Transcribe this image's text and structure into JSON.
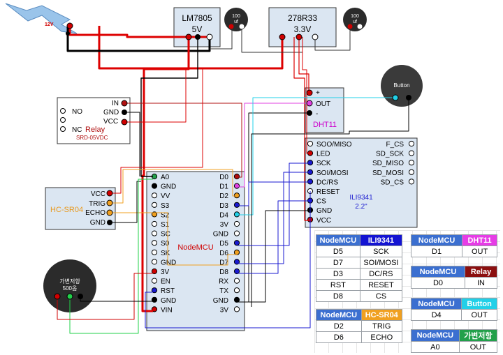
{
  "power": {
    "supply": "12V"
  },
  "lm7805": {
    "name": "LM7805",
    "voltage": "5V"
  },
  "r33": {
    "name": "278R33",
    "voltage": "3.3V"
  },
  "caps": [
    {
      "value": "100",
      "unit": "uf"
    },
    {
      "value": "100",
      "unit": "uf"
    }
  ],
  "button": {
    "label": "Button"
  },
  "dht": {
    "label": "DHT11",
    "pins": [
      "+",
      "OUT",
      "-"
    ]
  },
  "relay": {
    "label": "Relay",
    "model": "SRD-05VDC",
    "left_pins": [
      "NO",
      "NC"
    ],
    "right_pins": [
      "IN",
      "GND",
      "VCC"
    ]
  },
  "hcsr": {
    "label": "HC-SR04",
    "pins": [
      "VCC",
      "TRIG",
      "ECHO",
      "GND"
    ]
  },
  "pot": {
    "label1": "가변저항",
    "label2": "500옴"
  },
  "nodemcu": {
    "label": "NodeMCU",
    "left_pins": [
      "A0",
      "GND",
      "VV",
      "S3",
      "S2",
      "S1",
      "SC",
      "S0",
      "SK",
      "GND",
      "3V",
      "EN",
      "RST",
      "GND",
      "VIN"
    ],
    "right_pins": [
      "D0",
      "D1",
      "D2",
      "D3",
      "D4",
      "3V",
      "GND",
      "D5",
      "D6",
      "D7",
      "D8",
      "RX",
      "TX",
      "GND",
      "3V"
    ]
  },
  "ili": {
    "label": "ILI9341",
    "size": "2.2\"",
    "left_pins": [
      "SOO/MISO",
      "LED",
      "SCK",
      "SOI/MOSI",
      "DC/RS",
      "RESET",
      "CS",
      "GND",
      "VCC"
    ],
    "right_pins": [
      "F_CS",
      "SD_SCK",
      "SD_MISO",
      "SD_MOSI",
      "SD_CS"
    ]
  },
  "tables": {
    "ili": {
      "h": [
        "NodeMCU",
        "ILI9341"
      ],
      "color": "#1414d2",
      "rows": [
        [
          "D5",
          "SCK"
        ],
        [
          "D7",
          "SOI/MOSI"
        ],
        [
          "D3",
          "DC/RS"
        ],
        [
          "RST",
          "RESET"
        ],
        [
          "D8",
          "CS"
        ]
      ]
    },
    "hcsr": {
      "h": [
        "NodeMCU",
        "HC-SR04"
      ],
      "color": "#f0a020",
      "rows": [
        [
          "D2",
          "TRIG"
        ],
        [
          "D6",
          "ECHO"
        ]
      ]
    },
    "dht": {
      "h": [
        "NodeMCU",
        "DHT11"
      ],
      "color": "#e63ce6",
      "rows": [
        [
          "D1",
          "OUT"
        ]
      ]
    },
    "relay": {
      "h": [
        "NodeMCU",
        "Relay"
      ],
      "color": "#8b0f0f",
      "rows": [
        [
          "D0",
          "IN"
        ]
      ]
    },
    "button": {
      "h": [
        "NodeMCU",
        "Button"
      ],
      "color": "#22d0e8",
      "rows": [
        [
          "D4",
          "OUT"
        ]
      ]
    },
    "pot": {
      "h": [
        "NodeMCU",
        "가변저항"
      ],
      "color": "#22a04a",
      "rows": [
        [
          "A0",
          "OUT"
        ]
      ]
    }
  }
}
